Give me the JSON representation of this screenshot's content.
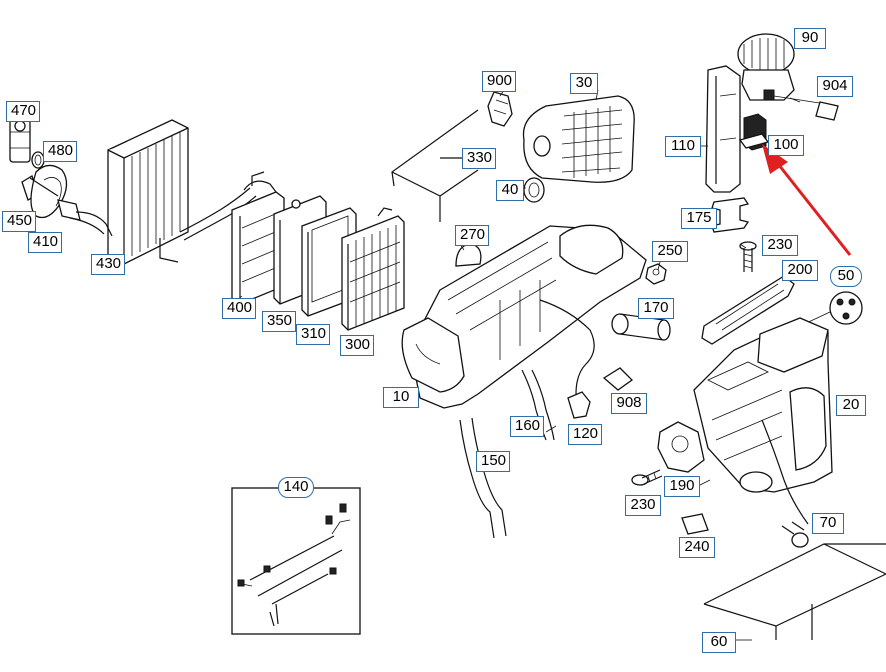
{
  "diagram": {
    "callouts": [
      {
        "id": "470",
        "label": "470"
      },
      {
        "id": "480",
        "label": "480"
      },
      {
        "id": "450",
        "label": "450"
      },
      {
        "id": "410",
        "label": "410"
      },
      {
        "id": "430",
        "label": "430"
      },
      {
        "id": "400",
        "label": "400"
      },
      {
        "id": "350",
        "label": "350"
      },
      {
        "id": "310",
        "label": "310"
      },
      {
        "id": "300",
        "label": "300"
      },
      {
        "id": "900",
        "label": "900"
      },
      {
        "id": "30",
        "label": "30"
      },
      {
        "id": "330",
        "label": "330"
      },
      {
        "id": "40",
        "label": "40"
      },
      {
        "id": "270",
        "label": "270"
      },
      {
        "id": "10",
        "label": "10"
      },
      {
        "id": "150",
        "label": "150"
      },
      {
        "id": "160",
        "label": "160"
      },
      {
        "id": "120",
        "label": "120"
      },
      {
        "id": "908",
        "label": "908"
      },
      {
        "id": "170",
        "label": "170"
      },
      {
        "id": "250",
        "label": "250"
      },
      {
        "id": "230a",
        "label": "230"
      },
      {
        "id": "200",
        "label": "200"
      },
      {
        "id": "50",
        "label": "50"
      },
      {
        "id": "20",
        "label": "20"
      },
      {
        "id": "90",
        "label": "90"
      },
      {
        "id": "904",
        "label": "904"
      },
      {
        "id": "110",
        "label": "110"
      },
      {
        "id": "100",
        "label": "100"
      },
      {
        "id": "175",
        "label": "175"
      },
      {
        "id": "140",
        "label": "140"
      },
      {
        "id": "190",
        "label": "190"
      },
      {
        "id": "230b",
        "label": "230"
      },
      {
        "id": "240",
        "label": "240"
      },
      {
        "id": "70",
        "label": "70"
      },
      {
        "id": "60",
        "label": "60"
      }
    ],
    "highlight_color": "#e02020",
    "callout_border_color": "#2d6fa6",
    "highlighted_part": "100"
  }
}
